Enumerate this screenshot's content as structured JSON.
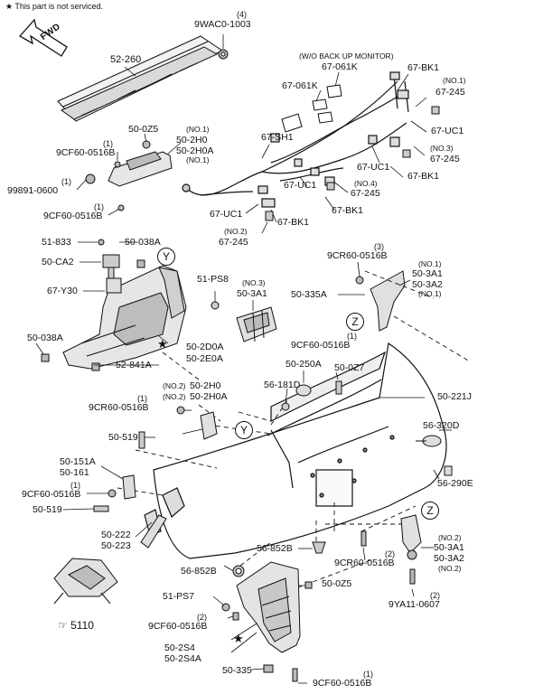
{
  "legend": {
    "star": "★",
    "text": "This part is not serviced."
  },
  "fwd": "FWD",
  "circles": {
    "y1": "Y",
    "y2": "Y",
    "z1": "Z",
    "z2": "Z"
  },
  "stars": {
    "s1": "★",
    "s2": "★"
  },
  "ref": {
    "icon": "☞",
    "text": "5110"
  },
  "labels": {
    "p9WAC0": "9WAC0-1003",
    "p9WAC0_qty": "(4)",
    "p52_260": "52-260",
    "wo_backup": "(W/O BACK UP MONITOR)",
    "p67_061K_a": "67-061K",
    "p67_061K_b": "67-061K",
    "p67_BK1_a": "67-BK1",
    "no1_a": "(NO.1)",
    "p67_245_a": "67-245",
    "p67_UC1_a": "67-UC1",
    "no3_a": "(NO.3)",
    "p67_245_b": "67-245",
    "p67_BK1_b": "67-BK1",
    "p67_UC1_b": "67-UC1",
    "p67_SH1": "67-SH1",
    "p67_UC1_c": "67-UC1",
    "no4": "(NO.4)",
    "p67_245_c": "67-245",
    "p67_BK1_c": "67-BK1",
    "p67_UC1_d": "67-UC1",
    "p67_BK1_d": "67-BK1",
    "no2_a": "(NO.2)",
    "p67_245_d": "67-245",
    "p50_0Z5_a": "50-0Z5",
    "no1_b": "(NO.1)",
    "p50_2H0_a": "50-2H0",
    "p50_2H0A_a": "50-2H0A",
    "no1_c": "(NO.1)",
    "q9CF60_a": "(1)",
    "p9CF60_a": "9CF60-0516B",
    "q99891": "(1)",
    "p99891": "99891-0600",
    "q9CF60_b": "(1)",
    "p9CF60_b": "9CF60-0516B",
    "p51_833": "51-833",
    "p50_038A_a": "50-038A",
    "p50_CA2": "50-CA2",
    "p67_Y30": "67-Y30",
    "p51_PS8": "51-PS8",
    "no3_b": "(NO.3)",
    "p50_3A1_a": "50-3A1",
    "q9CR60_a": "(3)",
    "p9CR60_a": "9CR60-0516B",
    "no1_d": "(NO.1)",
    "p50_3A1_b": "50-3A1",
    "p50_3A2_a": "50-3A2",
    "no1_e": "(NO.1)",
    "p50_335A": "50-335A",
    "p50_038A_b": "50-038A",
    "p50_2D0A": "50-2D0A",
    "p50_2E0A": "50-2E0A",
    "p52_841A": "52-841A",
    "q9CF60_c": "(1)",
    "p9CF60_c": "9CF60-0516B",
    "p50_250A": "50-250A",
    "p50_0Z7": "50-0Z7",
    "p56_181D": "56-181D",
    "no2_b": "(NO.2)",
    "p50_2H0_b": "50-2H0",
    "no2_c": "(NO.2)",
    "p50_2H0A_b": "50-2H0A",
    "q9CR60_b": "(1)",
    "p9CR60_b": "9CR60-0516B",
    "p50_221J": "50-221J",
    "p50_519_a": "50-519",
    "p56_320D": "56-320D",
    "p50_151A": "50-151A",
    "p50_161": "50-161",
    "q9CF60_d": "(1)",
    "p9CF60_d": "9CF60-0516B",
    "p56_290E": "56-290E",
    "p50_519_b": "50-519",
    "p50_222": "50-222",
    "p50_223": "50-223",
    "no2_d": "(NO.2)",
    "p50_3A1_c": "50-3A1",
    "p50_3A2_b": "50-3A2",
    "no2_e": "(NO.2)",
    "p56_852B_a": "56-852B",
    "q9CR60_c": "(2)",
    "p9CR60_c": "9CR60-0516B",
    "p56_852B_b": "56-852B",
    "p50_0Z5_b": "50-0Z5",
    "q9YA11": "(2)",
    "p9YA11": "9YA11-0607",
    "p51_PS7": "51-PS7",
    "q9CF60_e": "(2)",
    "p9CF60_e": "9CF60-0516B",
    "p50_2S4": "50-2S4",
    "p50_2S4A": "50-2S4A",
    "p50_335": "50-335",
    "q9CF60_f": "(1)",
    "p9CF60_f": "9CF60-0516B"
  }
}
